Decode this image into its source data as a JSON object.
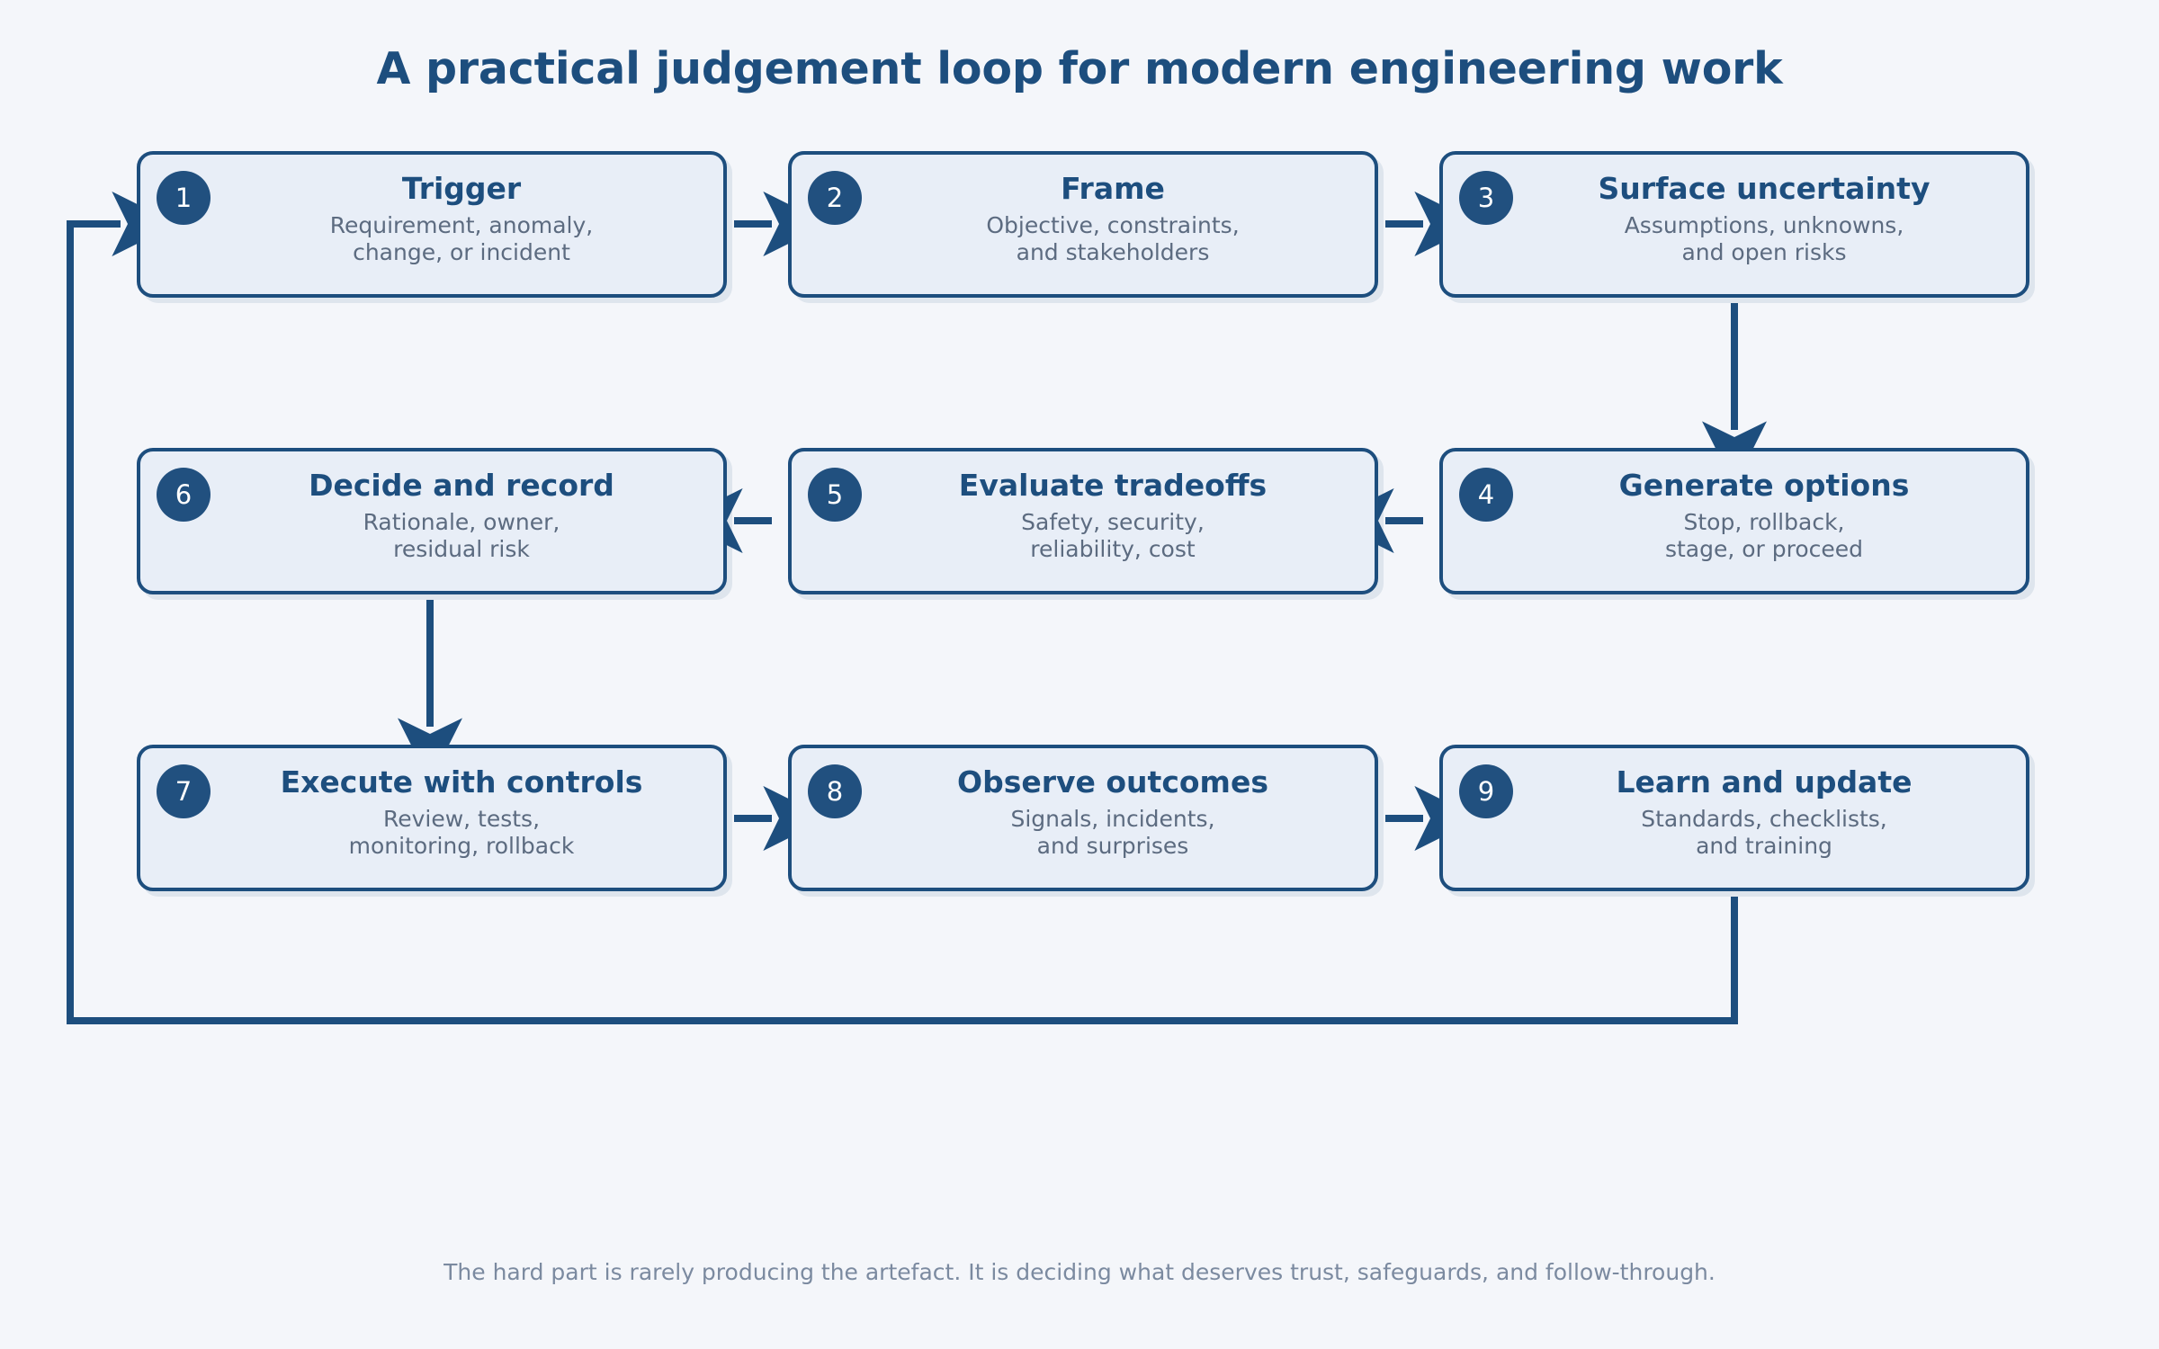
{
  "title": "A practical judgement loop for modern engineering work",
  "footer": "The hard part is rarely producing the artefact. It is deciding what deserves trust, safeguards, and follow-through.",
  "colors": {
    "background": "#f4f6fa",
    "box_fill": "#e8eef7",
    "box_border": "#1d4e7e",
    "badge_fill": "#21507f",
    "badge_text": "#ffffff",
    "title_text": "#1d4e7e",
    "subtitle_text": "#5c6b80",
    "connector": "#1d4e7e",
    "footer_text": "#7b8aa0"
  },
  "steps": [
    {
      "number": "1",
      "title": "Trigger",
      "subtitle": "Requirement, anomaly,\nchange, or incident"
    },
    {
      "number": "2",
      "title": "Frame",
      "subtitle": "Objective, constraints,\nand stakeholders"
    },
    {
      "number": "3",
      "title": "Surface uncertainty",
      "subtitle": "Assumptions, unknowns,\nand open risks"
    },
    {
      "number": "4",
      "title": "Generate options",
      "subtitle": "Stop, rollback,\nstage, or proceed"
    },
    {
      "number": "5",
      "title": "Evaluate tradeoffs",
      "subtitle": "Safety, security,\nreliability, cost"
    },
    {
      "number": "6",
      "title": "Decide and record",
      "subtitle": "Rationale, owner,\nresidual risk"
    },
    {
      "number": "7",
      "title": "Execute with controls",
      "subtitle": "Review, tests,\nmonitoring, rollback"
    },
    {
      "number": "8",
      "title": "Observe outcomes",
      "subtitle": "Signals, incidents,\nand surprises"
    },
    {
      "number": "9",
      "title": "Learn and update",
      "subtitle": "Standards, checklists,\nand training"
    }
  ],
  "connections": [
    {
      "from": "1",
      "to": "2",
      "direction": "right"
    },
    {
      "from": "2",
      "to": "3",
      "direction": "right"
    },
    {
      "from": "3",
      "to": "4",
      "direction": "down"
    },
    {
      "from": "4",
      "to": "5",
      "direction": "left"
    },
    {
      "from": "5",
      "to": "6",
      "direction": "left"
    },
    {
      "from": "6",
      "to": "7",
      "direction": "down"
    },
    {
      "from": "7",
      "to": "8",
      "direction": "right"
    },
    {
      "from": "8",
      "to": "9",
      "direction": "right"
    },
    {
      "from": "9",
      "to": "1",
      "direction": "feedback-loop"
    }
  ]
}
